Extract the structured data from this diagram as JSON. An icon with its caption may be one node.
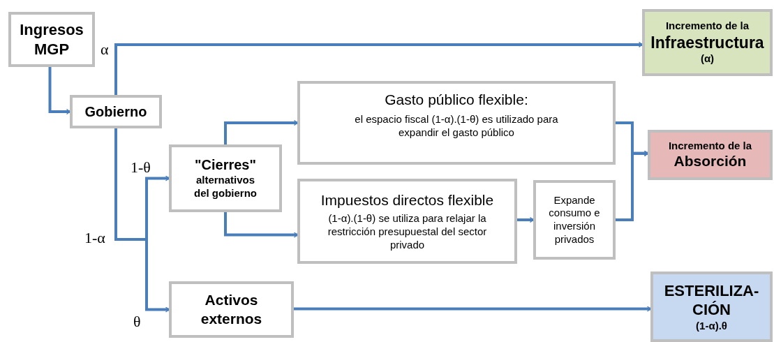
{
  "diagram": {
    "nodes": [
      {
        "text": [
          "Ingresos MGP"
        ]
      },
      {
        "text": [
          "Gobierno"
        ]
      },
      {
        "text": [
          "\"Cierres\"",
          "alternativos del gobierno"
        ]
      },
      {
        "text": [
          "Gasto público flexible:",
          "el espacio fiscal (1-α).(1-θ) es utilizado para expandir el gasto público"
        ]
      },
      {
        "text": [
          "Impuestos directos flexible",
          "(1-α).(1-θ) se utiliza para relajar la restricción presupuestal del sector privado"
        ]
      },
      {
        "text": [
          "Expande consumo e inversión privados"
        ]
      },
      {
        "text": [
          "Activos externos"
        ]
      },
      {
        "text": [
          "Incremento de la",
          "Infraestructura",
          "(α)"
        ]
      },
      {
        "text": [
          "Incremento de la",
          "Absorción"
        ]
      },
      {
        "text": [
          "ESTERILIZA- CIÓN",
          "(1-α).θ"
        ]
      }
    ],
    "edges": [
      {
        "from": 0,
        "to": 1,
        "arrow": "to"
      },
      {
        "from": 1,
        "to": 7,
        "arrow": "to",
        "label": "α"
      },
      {
        "from": 1,
        "to": 2,
        "arrow": "to",
        "label": "1-θ"
      },
      {
        "from": 1,
        "to": 6,
        "arrow": "to",
        "label": "θ"
      },
      {
        "from": 2,
        "to": 3,
        "arrow": "to"
      },
      {
        "from": 2,
        "to": 4,
        "arrow": "to"
      },
      {
        "from": 4,
        "to": 5,
        "arrow": "to"
      },
      {
        "from": 3,
        "to": 8,
        "arrow": "to"
      },
      {
        "from": 5,
        "to": 8,
        "arrow": "to"
      },
      {
        "from": 6,
        "to": 9,
        "arrow": "to"
      }
    ],
    "labels": [
      "1-α"
    ]
  }
}
